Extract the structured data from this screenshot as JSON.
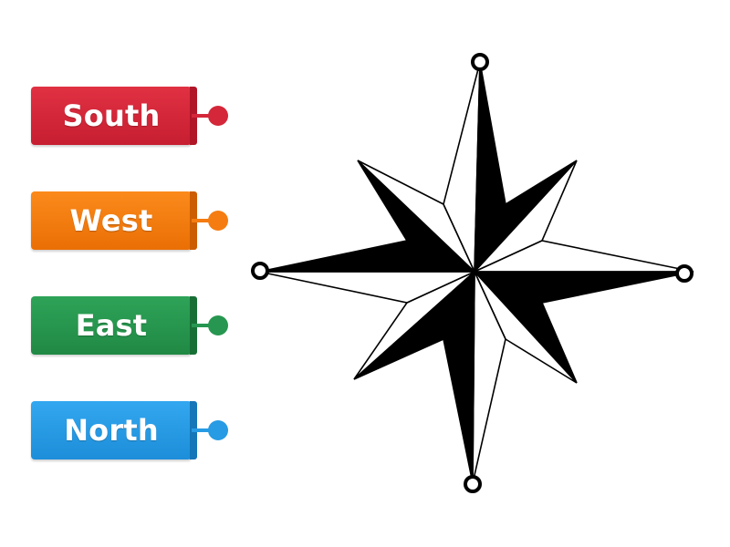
{
  "labels": [
    {
      "id": "south",
      "text": "South",
      "color": "#d42739"
    },
    {
      "id": "west",
      "text": "West",
      "color": "#f57c10"
    },
    {
      "id": "east",
      "text": "East",
      "color": "#279650"
    },
    {
      "id": "north",
      "text": "North",
      "color": "#279be4"
    }
  ],
  "diagram": {
    "icon": "compass-rose-icon",
    "targets": [
      "north-point",
      "south-point",
      "west-point",
      "east-point"
    ]
  }
}
